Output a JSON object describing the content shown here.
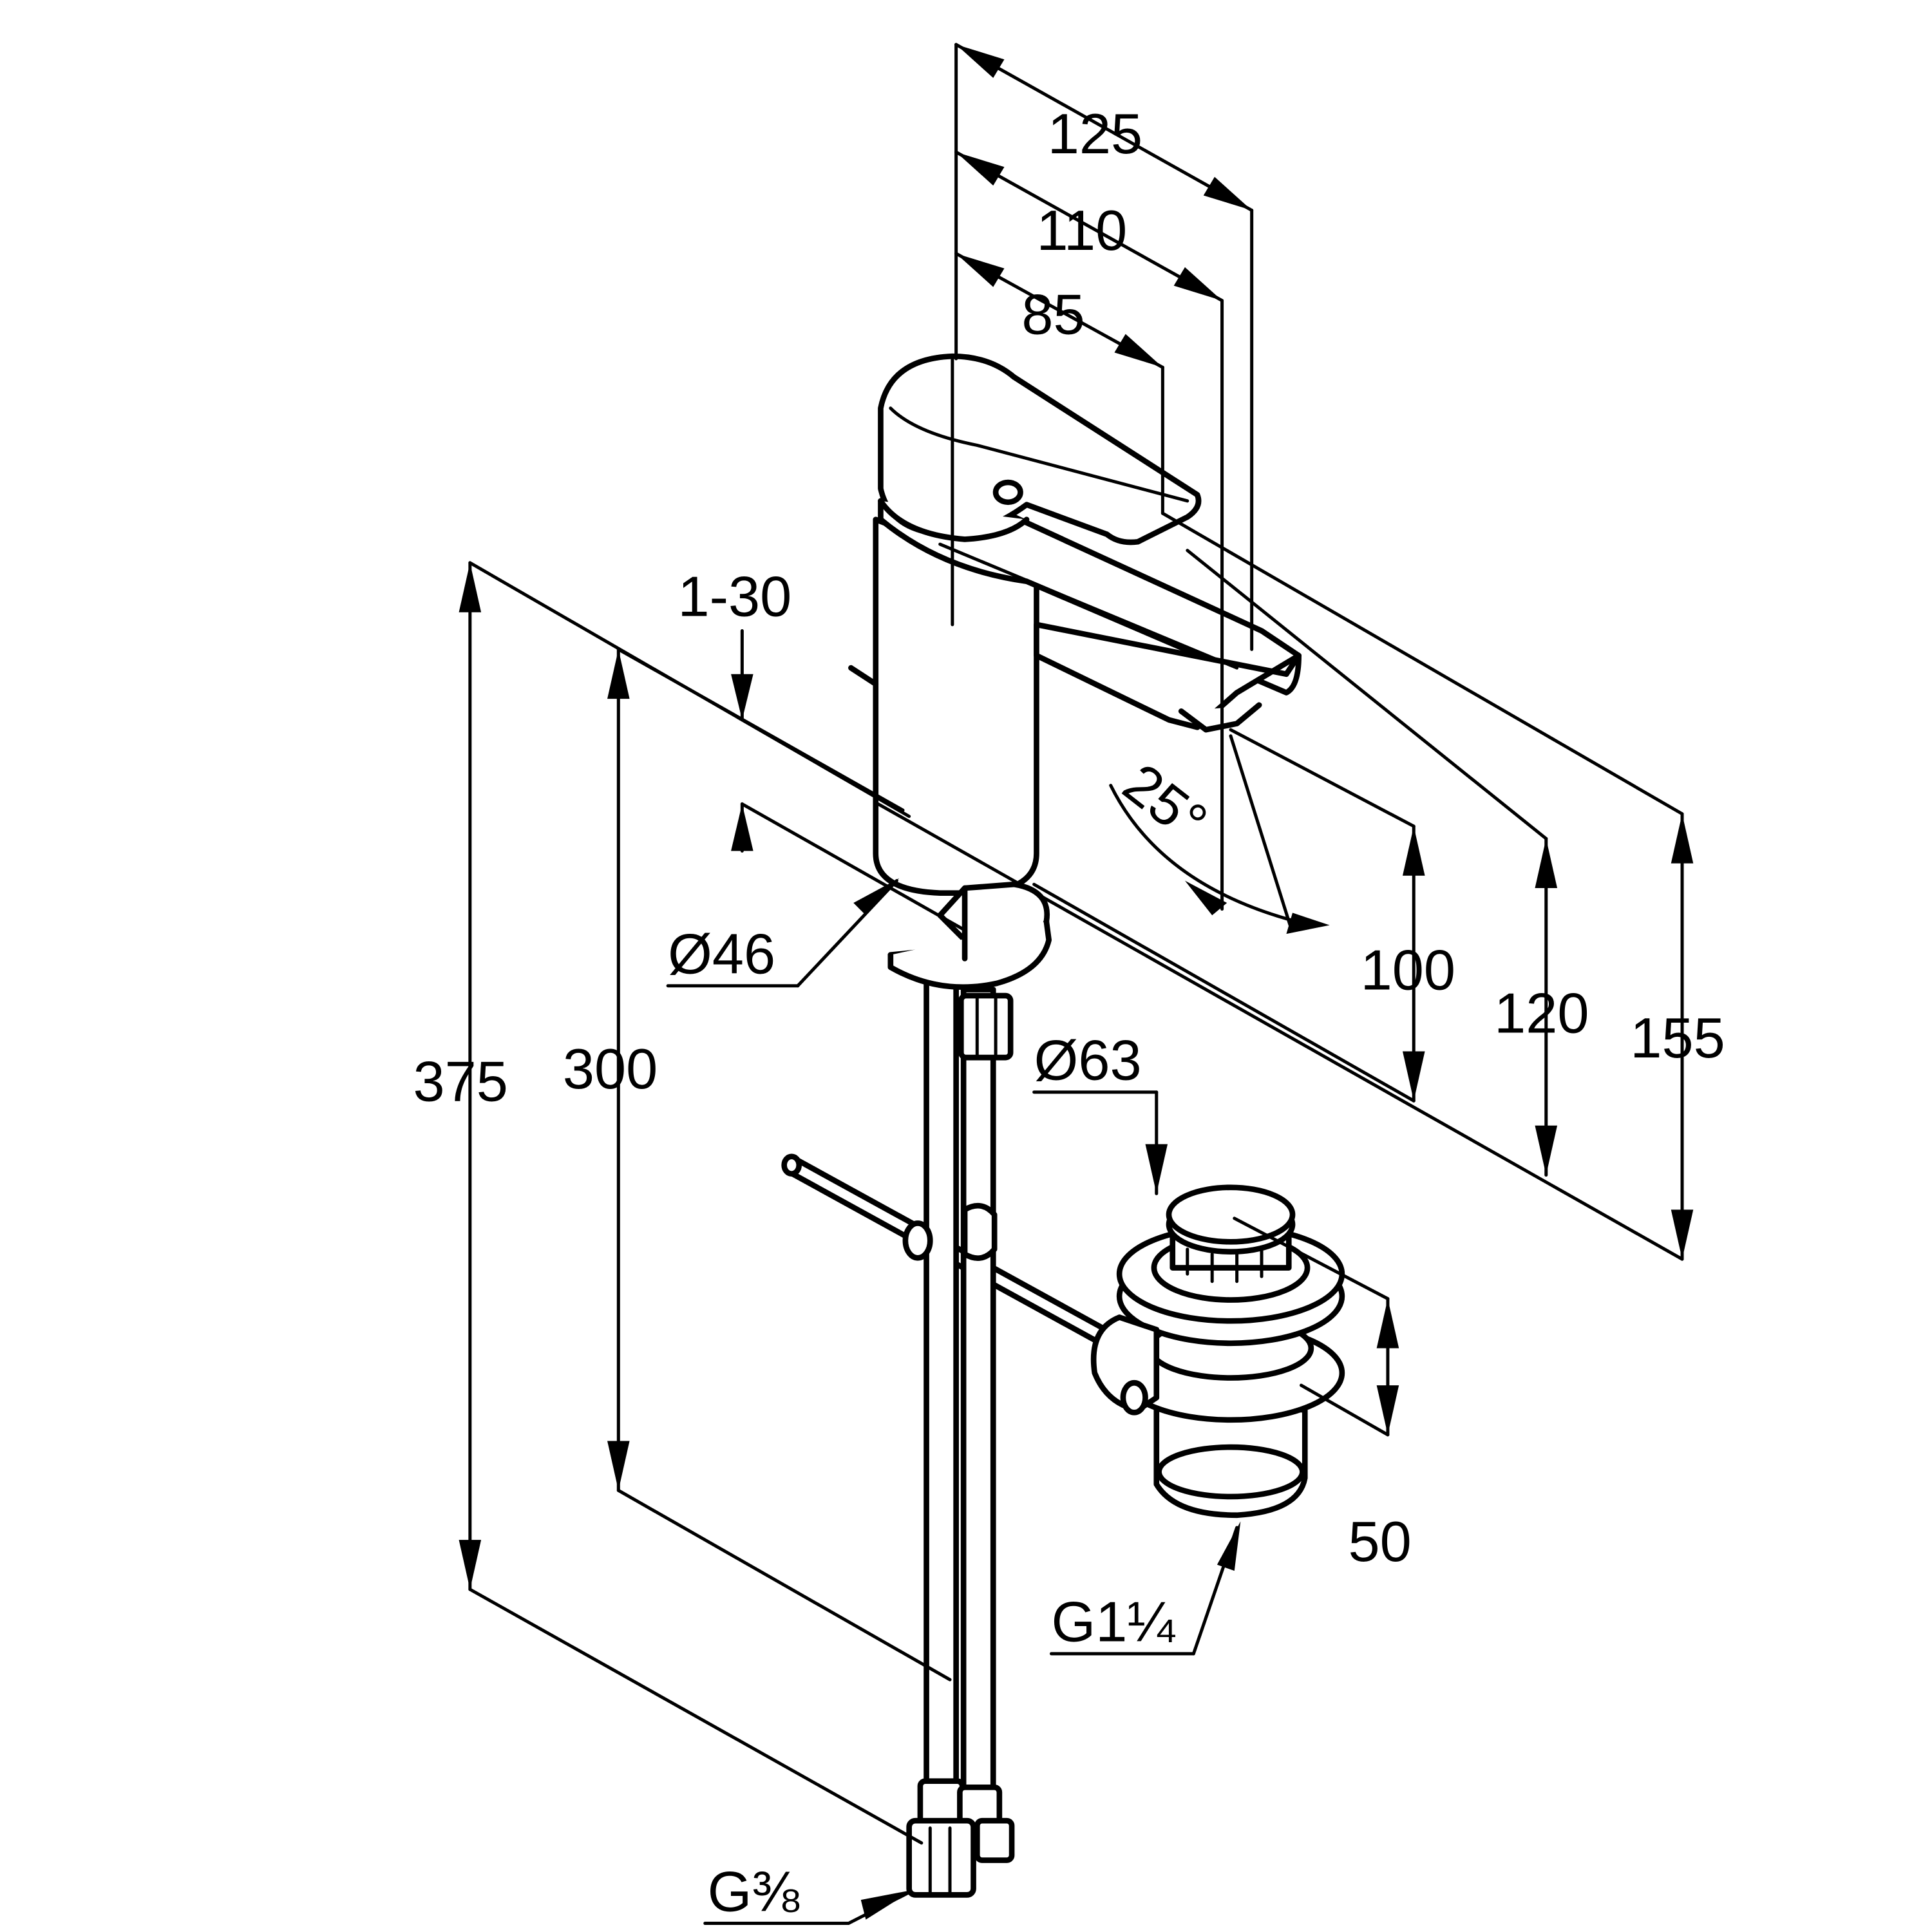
{
  "dimensions": {
    "reach_125": "125",
    "reach_110": "110",
    "reach_85": "85",
    "thickness_range": "1-30",
    "spout_angle": "25°",
    "height_100": "100",
    "height_120": "120",
    "height_155": "155",
    "height_375": "375",
    "height_300": "300",
    "base_diameter": "Ø46",
    "waste_diameter": "Ø63",
    "waste_height": "50",
    "waste_thread": "G1¼",
    "hose_thread": "G⅜"
  },
  "colors": {
    "line": "#000000",
    "background": "#ffffff"
  }
}
